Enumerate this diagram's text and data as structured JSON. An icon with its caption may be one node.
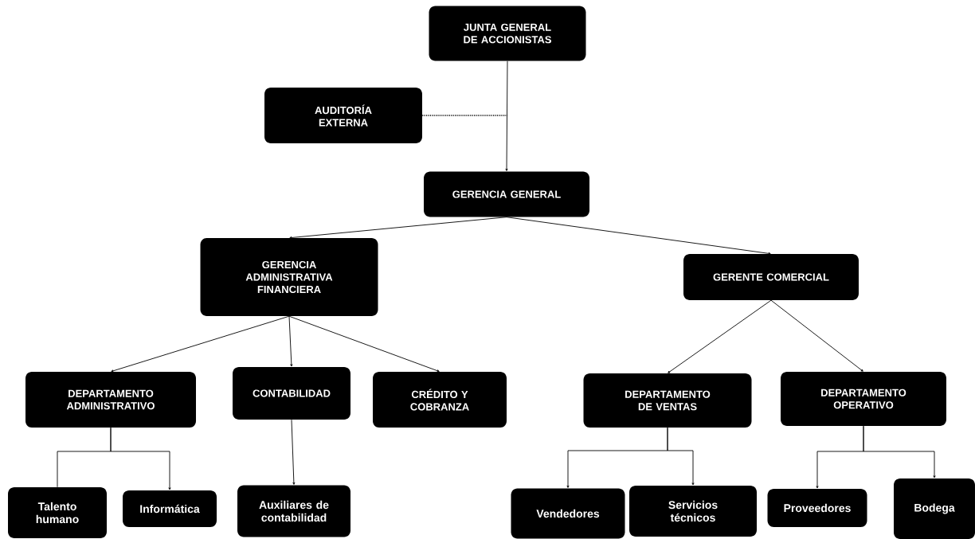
{
  "diagram": {
    "nodes": [
      {
        "text": [
          "JUNTA GENERAL DE ACCIONISTAS"
        ]
      },
      {
        "text": [
          "AUDITORÍA EXTERNA"
        ]
      },
      {
        "text": [
          "GERENCIA GENERAL"
        ]
      },
      {
        "text": [
          "GERENCIA ADMINISTRATIVA FINANCIERA"
        ]
      },
      {
        "text": [
          "GERENTE COMERCIAL"
        ]
      },
      {
        "text": [
          "DEPARTAMENTO ADMINISTRATIVO"
        ]
      },
      {
        "text": [
          "CONTABILIDAD"
        ]
      },
      {
        "text": [
          "CRÉDITO Y COBRANZA"
        ]
      },
      {
        "text": [
          "DEPARTAMENTO DE VENTAS"
        ]
      },
      {
        "text": [
          "DEPARTAMENTO OPERATIVO"
        ]
      },
      {
        "text": [
          "Talento humano"
        ]
      },
      {
        "text": [
          "Informática"
        ]
      },
      {
        "text": [
          "Auxiliares de contabilidad"
        ]
      },
      {
        "text": [
          "Vendedores"
        ]
      },
      {
        "text": [
          "Servicios técnicos"
        ]
      },
      {
        "text": [
          "Proveedores"
        ]
      },
      {
        "text": [
          "Bodega"
        ]
      }
    ],
    "edges": [
      {
        "from": 0,
        "to": 2,
        "arrow": "to"
      },
      {
        "from": 1,
        "to": null,
        "arrow": "none",
        "style": "dashed"
      },
      {
        "from": 2,
        "to": 3,
        "arrow": "to"
      },
      {
        "from": 2,
        "to": 4,
        "arrow": "to"
      },
      {
        "from": 3,
        "to": 5,
        "arrow": "to"
      },
      {
        "from": 3,
        "to": 6,
        "arrow": "to"
      },
      {
        "from": 3,
        "to": 7,
        "arrow": "to"
      },
      {
        "from": 4,
        "to": 8,
        "arrow": "to"
      },
      {
        "from": 4,
        "to": 9,
        "arrow": "to"
      },
      {
        "from": 5,
        "to": 10,
        "arrow": "none"
      },
      {
        "from": 5,
        "to": 11,
        "arrow": "to"
      },
      {
        "from": 6,
        "to": 12,
        "arrow": "to"
      },
      {
        "from": 8,
        "to": 13,
        "arrow": "to"
      },
      {
        "from": 8,
        "to": 14,
        "arrow": "to"
      },
      {
        "from": 9,
        "to": 15,
        "arrow": "to"
      },
      {
        "from": 9,
        "to": 16,
        "arrow": "to"
      }
    ]
  }
}
